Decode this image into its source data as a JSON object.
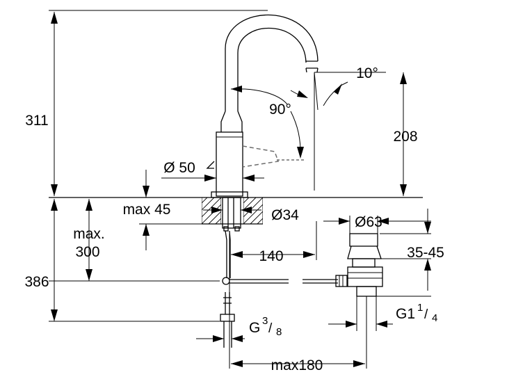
{
  "dimensions": {
    "total_height": "311",
    "spout_height": "208",
    "spout_angle": "10°",
    "swivel_angle": "90°",
    "body_diameter": "Ø 50",
    "deck_thickness": "max 45",
    "hole_diameter": "Ø34",
    "below_deck_label_line1": "max.",
    "below_deck_label_line2": "300",
    "supply_length": "386",
    "projection": "140",
    "waste_diameter": "Ø63",
    "waste_range": "35-45",
    "supply_thread_main": "G",
    "supply_thread_num": "3",
    "supply_thread_den": "8",
    "waste_thread_main": "G1",
    "waste_thread_num": "1",
    "waste_thread_den": "4",
    "max_offset": "max180"
  }
}
